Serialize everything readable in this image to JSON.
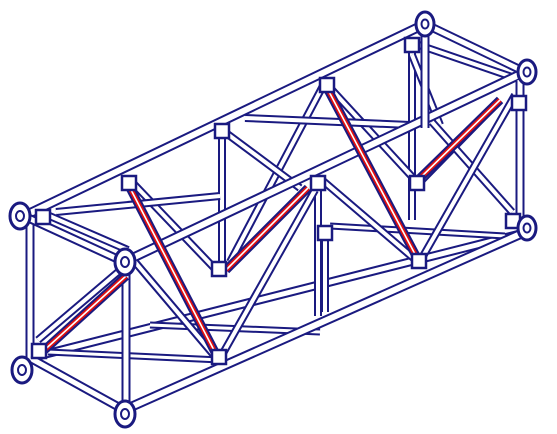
{
  "figure": {
    "subject": "lattice-truss-section",
    "colors": {
      "background": "#ffffff",
      "structure": "#1a1a80",
      "highlight": "#e01010"
    },
    "icons": {
      "main-chord": "tube-outline",
      "end-flange": "ring-flange",
      "diagonal-brace": "tube-outline",
      "highlighted-brace": "red-tube-outline"
    }
  }
}
